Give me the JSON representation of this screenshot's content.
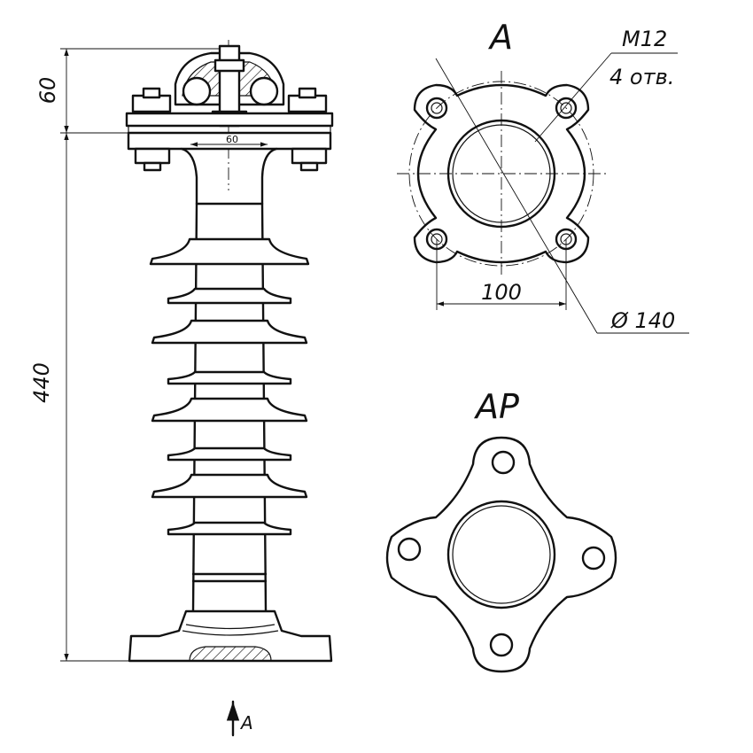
{
  "view_a": {
    "title": "A",
    "thread": "M12",
    "holes": "4 отв.",
    "spacing": "100",
    "diameter": "Ø 140"
  },
  "view_ap": {
    "title": "AP"
  },
  "side_view": {
    "height_top": "60",
    "height_main": "440",
    "inner_width": "60",
    "view_arrow": "A"
  }
}
